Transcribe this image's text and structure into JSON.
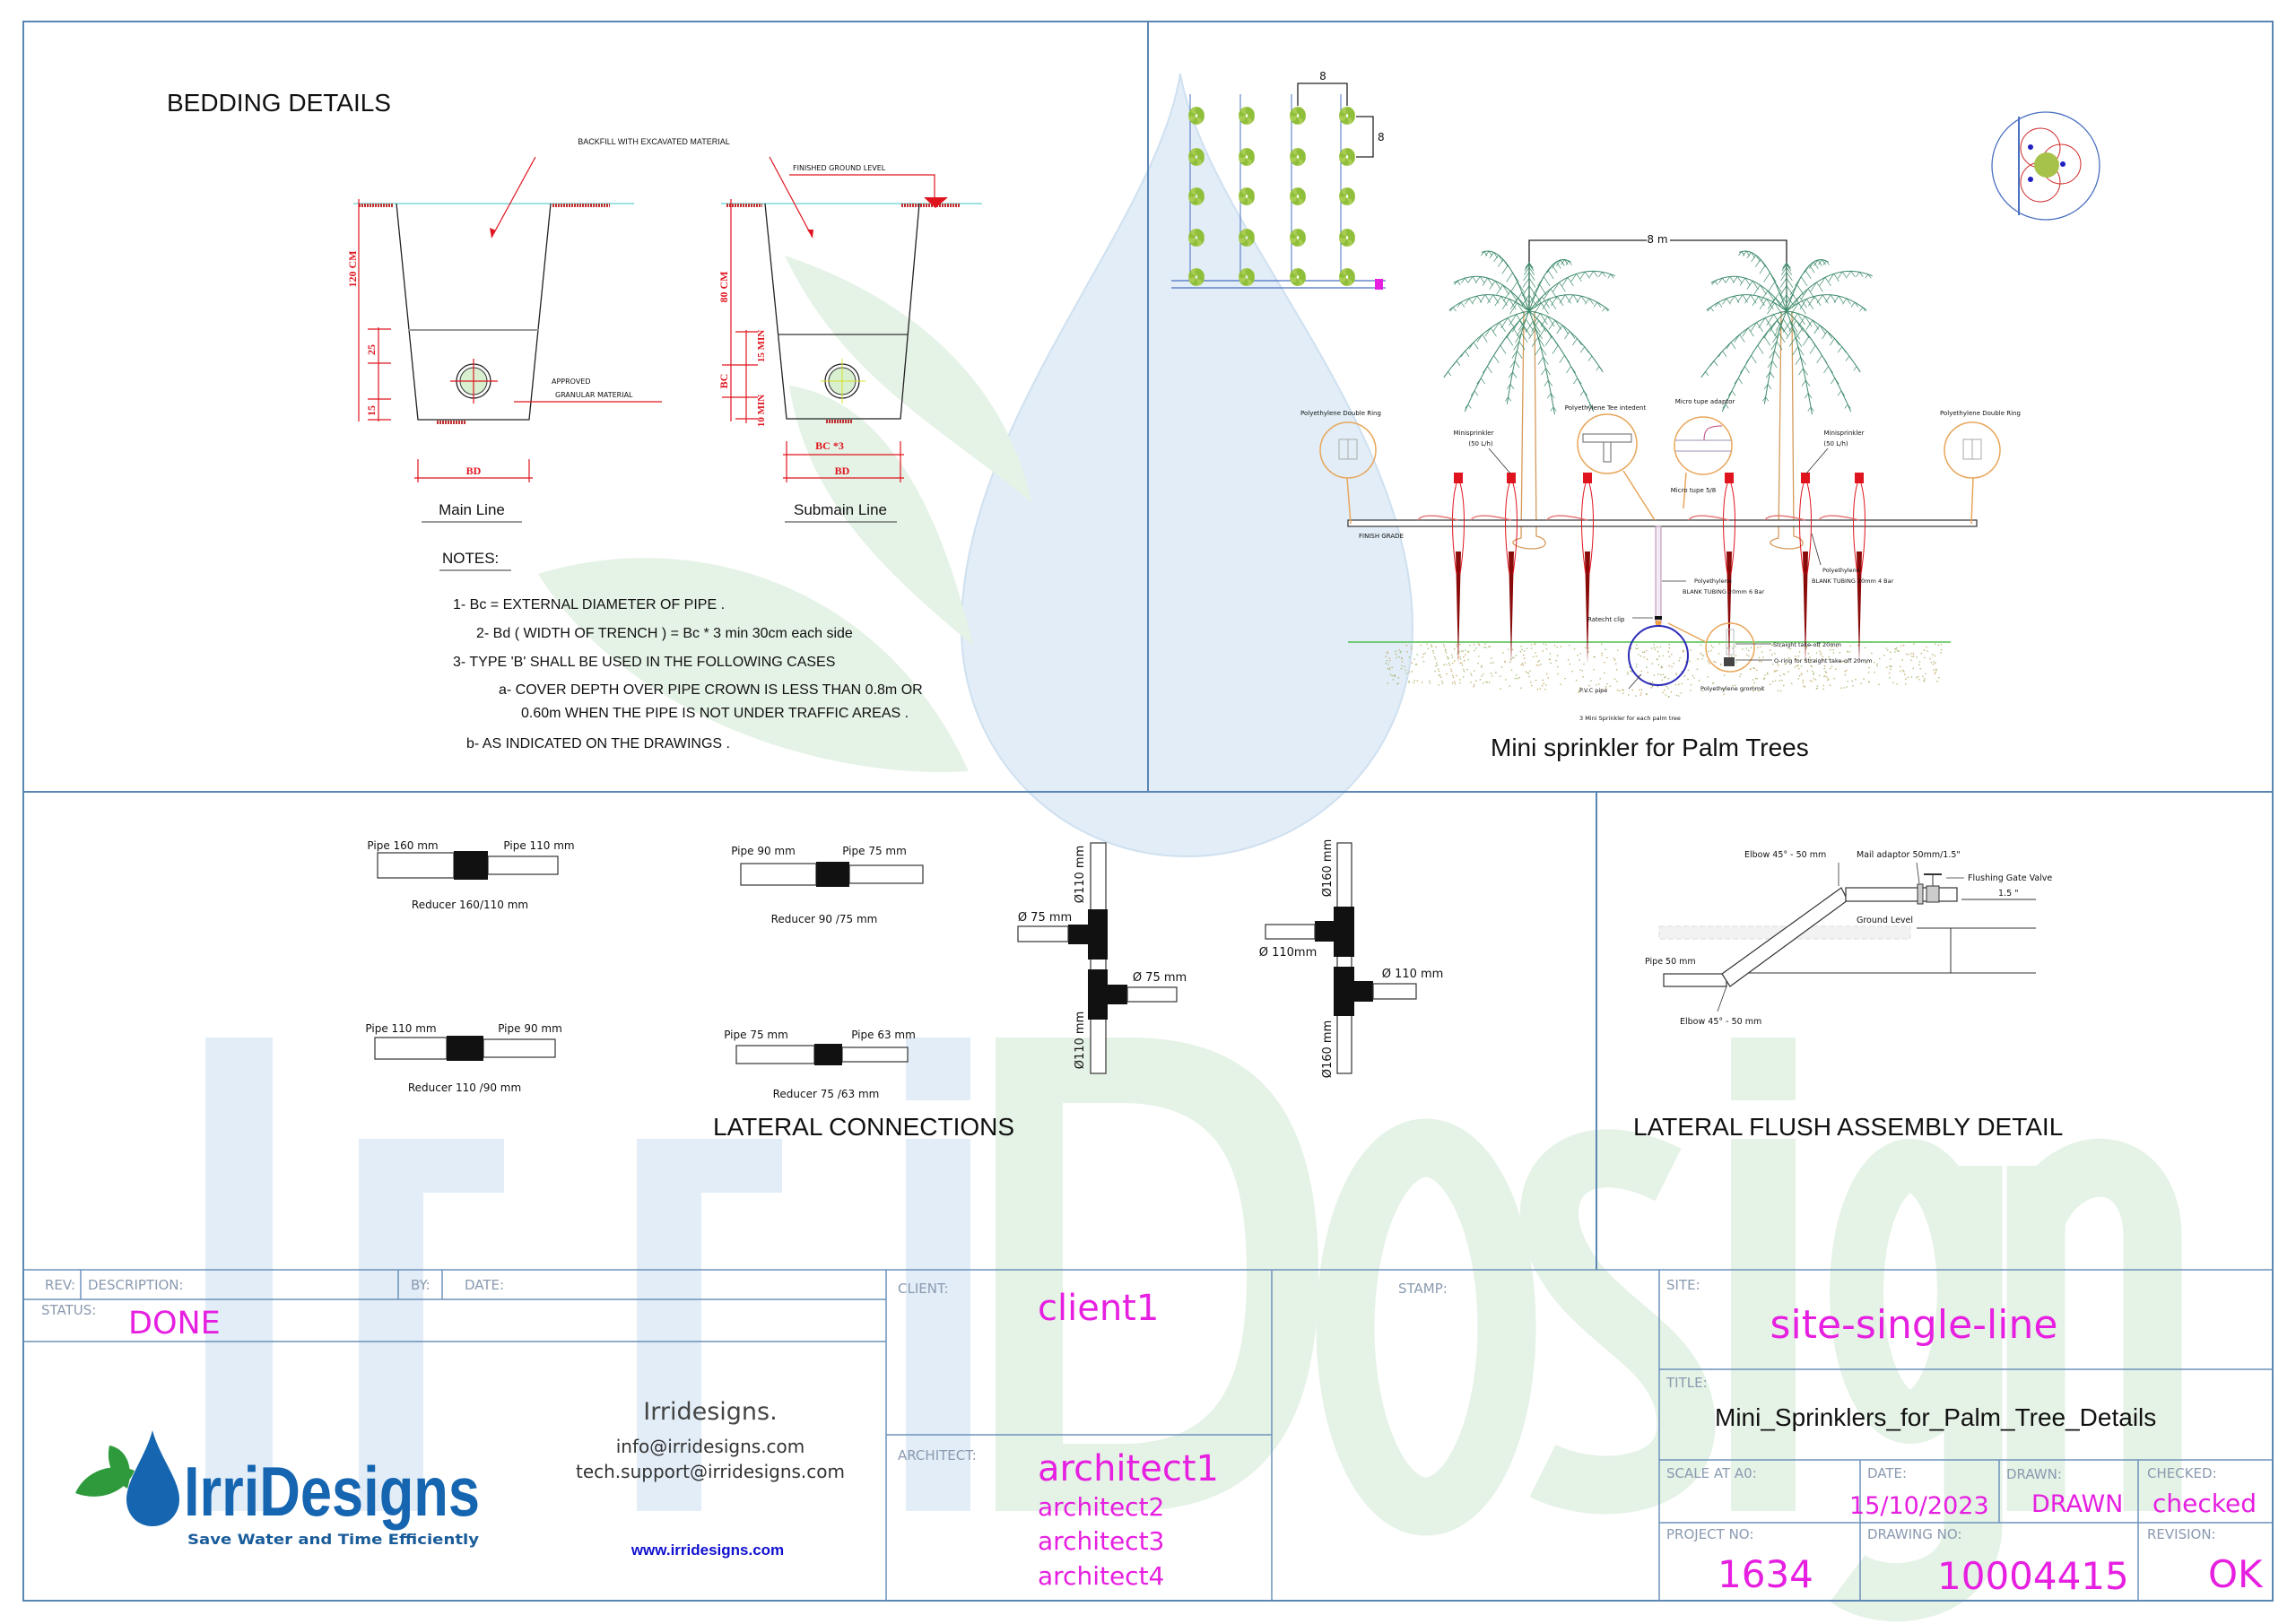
{
  "colors": {
    "frame": "#5a86b4",
    "magenta": "#e61fe0",
    "dimension_red": "#e0141e",
    "logo_blue": "#1565b0",
    "logo_green": "#2e9a3c",
    "watermark_blue": "#e2edf7",
    "watermark_green": "#e5f2e6"
  },
  "watermark": {
    "brand": "IrriDesigns",
    "slogan": "Save Water and Time Efficiently"
  },
  "bedding": {
    "title": "BEDDING DETAILS",
    "backfill_label": "BACKFILL WITH EXCAVATED MATERIAL",
    "finished_ground_label": "FINISHED GROUND LEVEL",
    "granular_label_1": "APPROVED",
    "granular_label_2": "GRANULAR MATERIAL",
    "main_dims": {
      "depth": "120 CM",
      "bed_top": "25",
      "bed_bottom": "15",
      "width": "BD"
    },
    "sub_dims": {
      "depth": "80 CM",
      "cover": "15 MIN",
      "bc": "BC",
      "bed": "10 MIN",
      "bc3": "BC *3",
      "width": "BD"
    },
    "main_line": "Main Line",
    "submain_line": "Submain Line",
    "notes_title": "NOTES:",
    "notes": [
      "1- Bc = EXTERNAL DIAMETER OF PIPE .",
      "2- Bd ( WIDTH OF TRENCH  ) = Bc * 3  min 30cm each side",
      "3- TYPE 'B' SHALL BE USED IN THE FOLLOWING CASES",
      "a- COVER DEPTH OVER PIPE CROWN IS LESS THAN 0.8m OR",
      "0.60m WHEN THE PIPE IS NOT UNDER TRAFFIC AREAS .",
      "b- AS INDICATED ON THE DRAWINGS ."
    ]
  },
  "sprinkler": {
    "title": "Mini sprinkler for Palm Trees",
    "plan_spacing_x": "8",
    "plan_spacing_y": "8",
    "tree_spacing": "8 m",
    "double_ring_left": "Polyethylene Double Ring",
    "double_ring_right": "Polyethylene Double Ring",
    "minisprinkler_left": [
      "Minisprinkler",
      "(50 L/h)"
    ],
    "minisprinkler_right": [
      "Minisprinkler",
      "(50 L/h)"
    ],
    "tee": "Polyethylene Tee intedent",
    "micro_adaptor": "Micro tupe adaptor",
    "micro_tube": "Micro tupe 5/8",
    "finish_grade": "FINISH GRADE",
    "tubing_6bar": [
      "Polyethylene",
      "BLANK TUBING 20mm 6 Bar"
    ],
    "tubing_4bar": [
      "Polyethylene",
      "BLANK TUBING 20mm 4 Bar"
    ],
    "ratchet_clip": "Ratecht clip",
    "straight_takeoff": "Straight take-off 20mm",
    "oring": "O-ring for Straight take-off 20mm",
    "pvc_pipe": "P.V.C pipe",
    "grommit": "Polyethylene grommit",
    "note": "3 Mini Sprinkler for each palm tree"
  },
  "lateral": {
    "title": "LATERAL CONNECTIONS",
    "reducers": [
      {
        "left": "Pipe 160 mm",
        "right": "Pipe 110 mm",
        "name": "Reducer 160/110 mm"
      },
      {
        "left": "Pipe 90 mm",
        "right": "Pipe 75 mm",
        "name": "Reducer 90 /75 mm"
      },
      {
        "left": "Pipe 110 mm",
        "right": "Pipe 90 mm",
        "name": "Reducer 110 /90 mm"
      },
      {
        "left": "Pipe 75 mm",
        "right": "Pipe 63 mm",
        "name": "Reducer 75 /63 mm"
      }
    ],
    "tee1": {
      "main_top": "Ø110 mm",
      "branch_left": "Ø 75 mm",
      "branch_right": "Ø 75 mm",
      "main_bottom": "Ø110 mm"
    },
    "tee2": {
      "main_top": "Ø160 mm",
      "branch_left": "Ø 110mm",
      "branch_right": "Ø 110 mm",
      "main_bottom": "Ø160 mm"
    }
  },
  "flush": {
    "title": "LATERAL FLUSH ASSEMBLY DETAIL",
    "elbow_top": "Elbow 45° - 50 mm",
    "male_adaptor": "Mail adaptor  50mm/1.5\"",
    "valve": "Flushing Gate Valve",
    "valve_size": "1.5 \"",
    "ground": "Ground Level",
    "pipe": "Pipe 50 mm",
    "elbow_bottom": "Elbow 45° - 50 mm"
  },
  "title_block": {
    "rev_label": "REV:",
    "description_label": "DESCRIPTION:",
    "by_label": "BY:",
    "date_label": "DATE:",
    "status_label": "STATUS:",
    "status": "DONE",
    "company": "Irridesigns.",
    "email_info": "info@irridesigns.com",
    "email_support": "tech.support@irridesigns.com",
    "website": "www.irridesigns.com",
    "logo_text": "IrriDesigns",
    "logo_slogan": "Save Water and Time Efficiently",
    "client_label": "CLIENT:",
    "client": "client1",
    "stamp_label": "STAMP:",
    "architect_label": "ARCHITECT:",
    "architects": [
      "architect1",
      "architect2",
      "architect3",
      "architect4"
    ],
    "site_label": "SITE:",
    "site": "site-single-line",
    "title_label": "TITLE:",
    "title": "Mini_Sprinklers_for_Palm_Tree_Details",
    "scale_label": "SCALE  AT  A0:",
    "date_field_label": "DATE:",
    "date": "15/10/2023",
    "drawn_label": "DRAWN:",
    "drawn": "DRAWN",
    "checked_label": "CHECKED:",
    "checked": "checked",
    "project_label": "PROJECT  NO:",
    "project": "1634",
    "drawing_label": "DRAWING  NO:",
    "drawing": "10004415",
    "revision_label": "REVISION:",
    "revision": "OK"
  }
}
